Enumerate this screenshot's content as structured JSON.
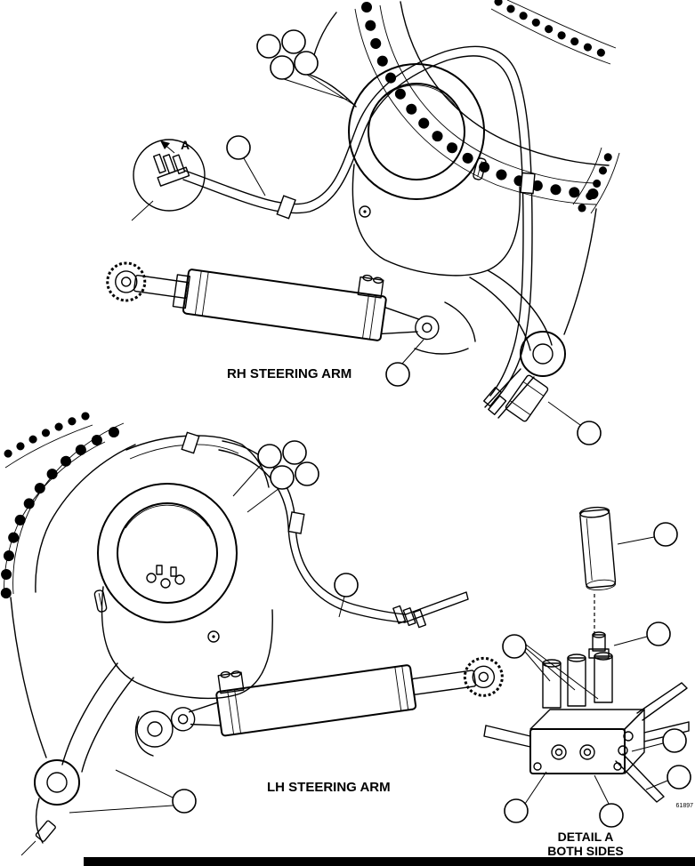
{
  "colors": {
    "line": "#000000",
    "background": "#ffffff"
  },
  "labels": {
    "rh_arm": "RH STEERING ARM",
    "lh_arm": "LH STEERING ARM",
    "detail_title": "DETAIL A",
    "detail_subtitle": "BOTH SIDES",
    "detail_marker": "A",
    "figure_number": "61897"
  }
}
